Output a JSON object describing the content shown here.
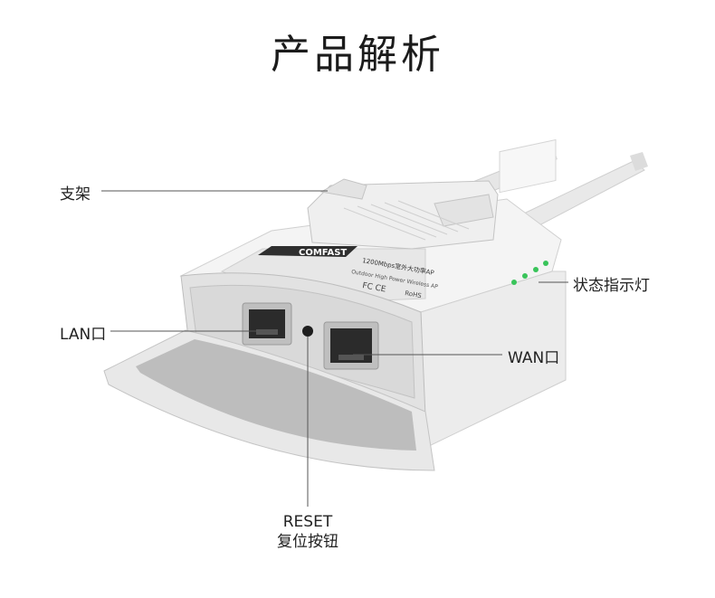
{
  "title": "产品解析",
  "labels": {
    "bracket": "支架",
    "status_leds": "状态指示灯",
    "lan_port": "LAN口",
    "wan_port": "WAN口",
    "reset_line1": "RESET",
    "reset_line2": "复位按钮"
  },
  "device_text": {
    "brand": "COMFAST",
    "model_line": "1200Mbps室外大功率AP",
    "sub_line": "Outdoor High Power Wireless AP",
    "cert": "FC CE",
    "rohs": "RoHS"
  },
  "colors": {
    "body_light": "#f2f2f2",
    "body_shadow": "#c9c9c9",
    "port_dark": "#2b2b2b",
    "led_green": "#39c45a",
    "leader_line": "#555555"
  }
}
